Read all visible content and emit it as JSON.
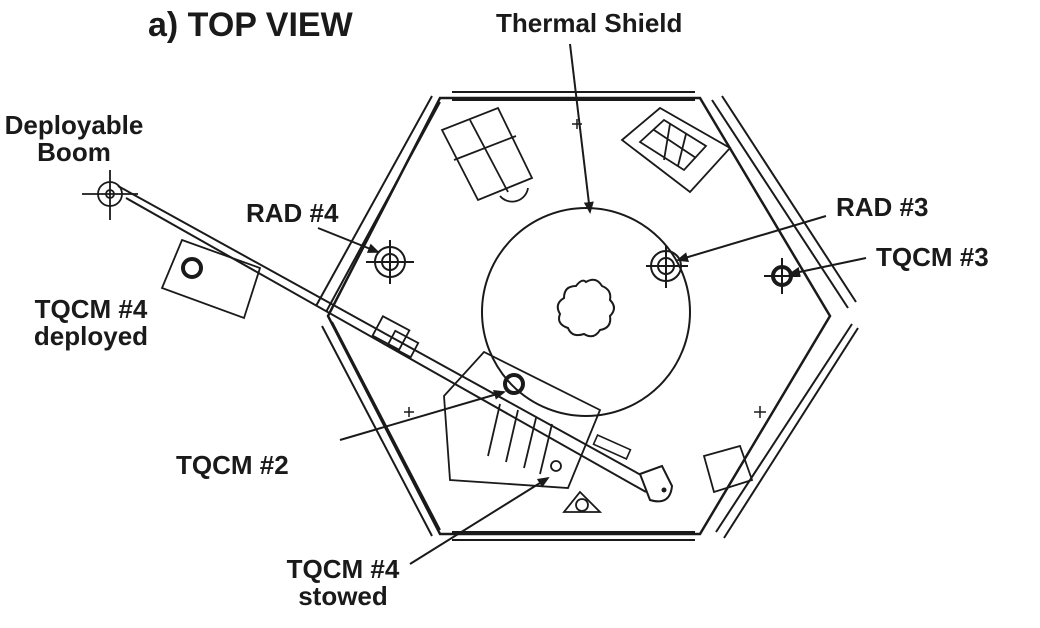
{
  "title": "a)  TOP VIEW",
  "labels": {
    "thermal_shield": "Thermal Shield",
    "deployable_boom": [
      "Deployable",
      "Boom"
    ],
    "rad4": "RAD #4",
    "rad3": "RAD #3",
    "tqcm3": "TQCM #3",
    "tqcm4_deployed": [
      "TQCM #4",
      "deployed"
    ],
    "tqcm2": "TQCM #2",
    "tqcm4_stowed": [
      "TQCM #4",
      "stowed"
    ]
  },
  "colors": {
    "ink": "#1a1a1a",
    "paper": "#ffffff"
  }
}
